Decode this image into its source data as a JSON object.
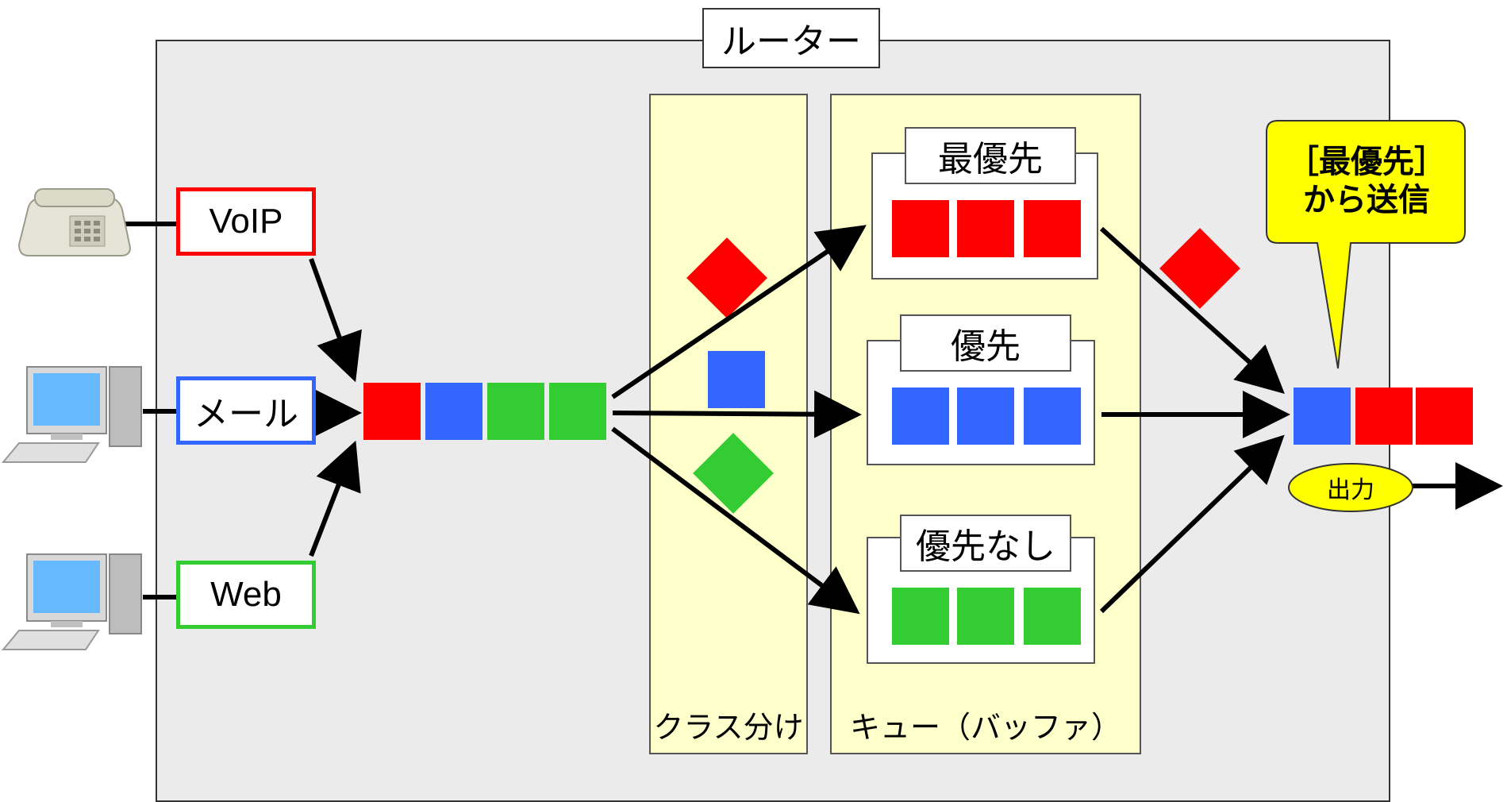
{
  "router": {
    "title": "ルーター"
  },
  "columns": {
    "classify": "クラス分け",
    "queue": "キュー（バッファ）"
  },
  "sources": {
    "voip": "VoIP",
    "mail": "メール",
    "web": "Web"
  },
  "queues": {
    "top": "最優先",
    "middle": "優先",
    "bottom": "優先なし"
  },
  "bubble": {
    "line1": "［最優先］",
    "line2": "から送信"
  },
  "output": {
    "label": "出力"
  },
  "colors": {
    "red": "#ff0000",
    "blue": "#3366ff",
    "green": "#33cc33",
    "bubble": "#ffff00",
    "panel": "#ffffcc"
  },
  "icons": [
    "telephone-icon",
    "desktop-computer-icon",
    "desktop-computer-icon"
  ]
}
